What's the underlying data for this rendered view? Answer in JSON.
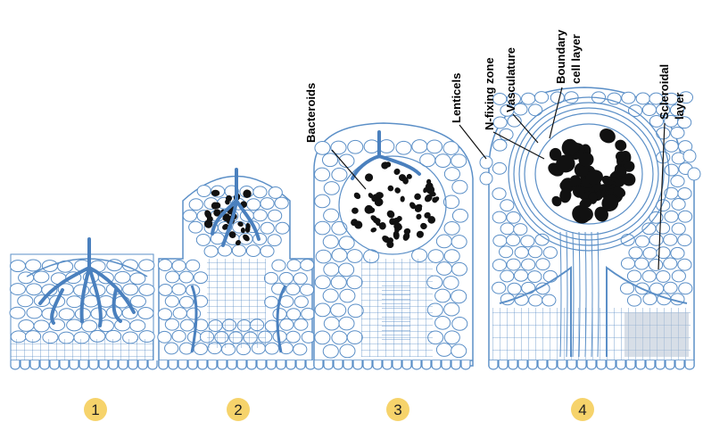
{
  "diagram": {
    "stages": [
      {
        "number": "1"
      },
      {
        "number": "2"
      },
      {
        "number": "3"
      },
      {
        "number": "4"
      }
    ],
    "labels": {
      "bacteroids": "Bacteroids",
      "lenticels": "Lenticels",
      "n_fixing_zone": "N-fixing zone",
      "vasculature": "Vasculature",
      "boundary_line1": "Boundary",
      "boundary_line2": "cell layer",
      "scleroidal_line1": "Scleroidal",
      "scleroidal_line2": "layer"
    },
    "colors": {
      "cell_line": "#5b8fc7",
      "vascular": "#4a80be",
      "bacteroid": "#111111",
      "badge": "#f6d36b",
      "shading": "#b7c3d3"
    }
  }
}
